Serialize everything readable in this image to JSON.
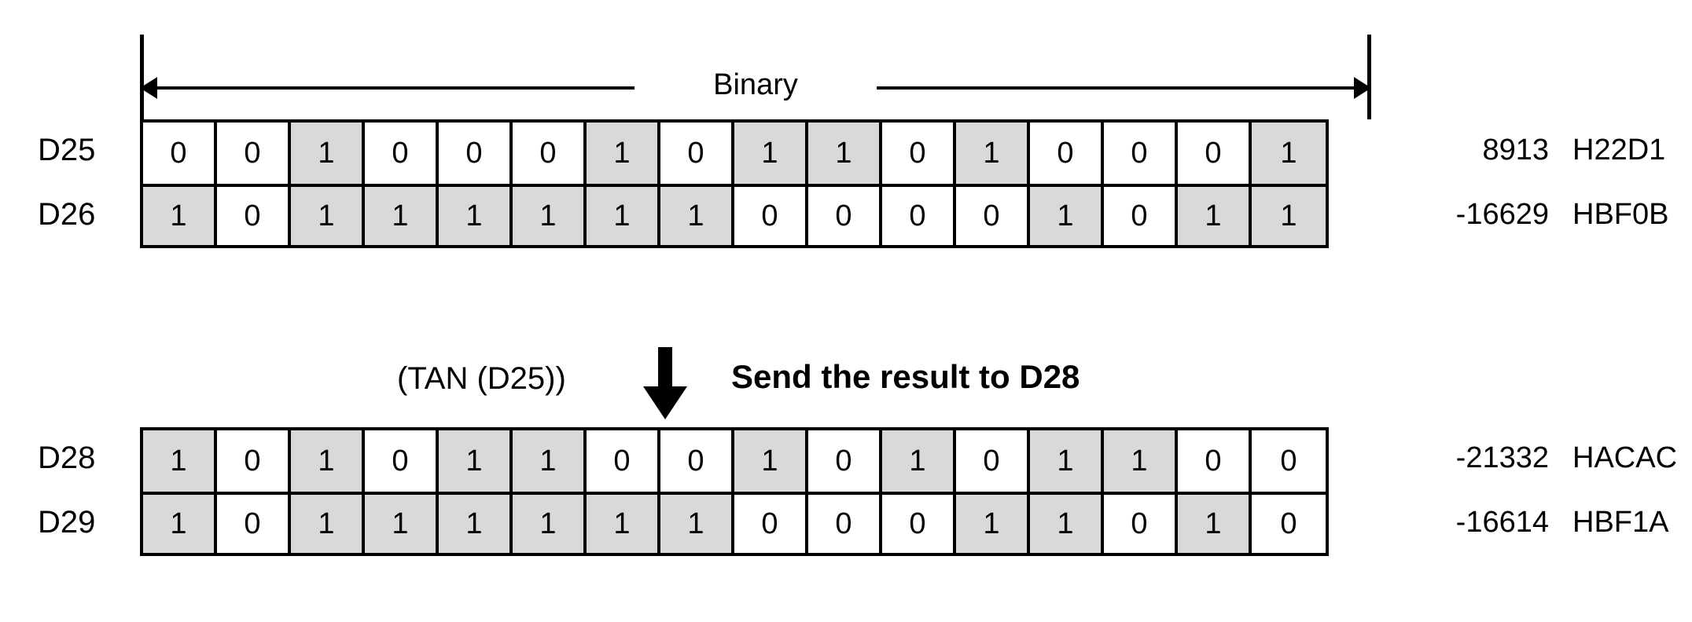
{
  "header": {
    "binary_label": "Binary",
    "arrow_left_icon": "arrow-left-icon",
    "arrow_right_icon": "arrow-right-icon"
  },
  "annotation": {
    "expression": "(TAN (D25))",
    "arrow_icon": "arrow-down-icon",
    "text": "Send the result to D28"
  },
  "tables": [
    {
      "name": "source-registers",
      "rows": [
        {
          "label": "D25",
          "bits": [
            "0",
            "0",
            "1",
            "0",
            "0",
            "0",
            "1",
            "0",
            "1",
            "1",
            "0",
            "1",
            "0",
            "0",
            "0",
            "1"
          ],
          "decimal": "8913",
          "hex": "H22D1"
        },
        {
          "label": "D26",
          "bits": [
            "1",
            "0",
            "1",
            "1",
            "1",
            "1",
            "1",
            "1",
            "0",
            "0",
            "0",
            "0",
            "1",
            "0",
            "1",
            "1"
          ],
          "decimal": "-16629",
          "hex": "HBF0B"
        }
      ]
    },
    {
      "name": "result-registers",
      "rows": [
        {
          "label": "D28",
          "bits": [
            "1",
            "0",
            "1",
            "0",
            "1",
            "1",
            "0",
            "0",
            "1",
            "0",
            "1",
            "0",
            "1",
            "1",
            "0",
            "0"
          ],
          "decimal": "-21332",
          "hex": "HACAC"
        },
        {
          "label": "D29",
          "bits": [
            "1",
            "0",
            "1",
            "1",
            "1",
            "1",
            "1",
            "1",
            "0",
            "0",
            "0",
            "1",
            "1",
            "0",
            "1",
            "0"
          ],
          "decimal": "-16614",
          "hex": "HBF1A"
        }
      ]
    }
  ],
  "colors": {
    "bit_on_fill": "#d9d9d9",
    "bit_off_fill": "#ffffff",
    "border": "#000000"
  }
}
